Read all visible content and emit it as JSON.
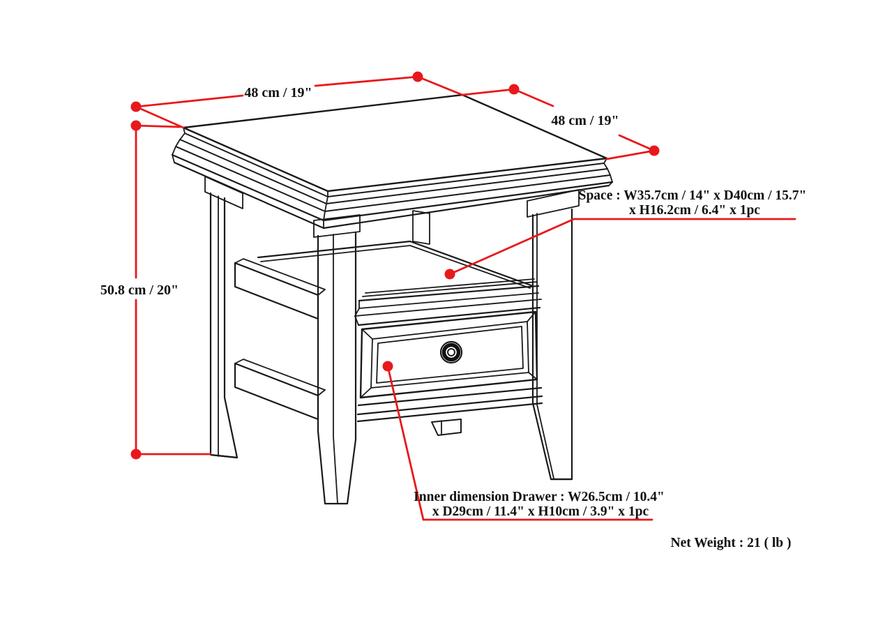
{
  "diagram": {
    "type": "furniture-dimension-drawing",
    "subject": "end table with open shelf and single drawer",
    "colors": {
      "accent_red": "#e8181c",
      "line_black": "#1a1a1a",
      "background": "#ffffff"
    },
    "labels": {
      "width_top": "48 cm / 19\"",
      "depth_right": "48 cm / 19\"",
      "height_left": "50.8 cm / 20\"",
      "space_line1": "Space : W35.7cm / 14\" x D40cm / 15.7\"",
      "space_line2": "x H16.2cm / 6.4\" x 1pc",
      "drawer_line1": "Inner dimension Drawer : W26.5cm / 10.4\"",
      "drawer_line2": "x D29cm / 11.4\" x H10cm / 3.9\" x 1pc",
      "net_weight": "Net Weight : 21 ( lb )"
    }
  }
}
